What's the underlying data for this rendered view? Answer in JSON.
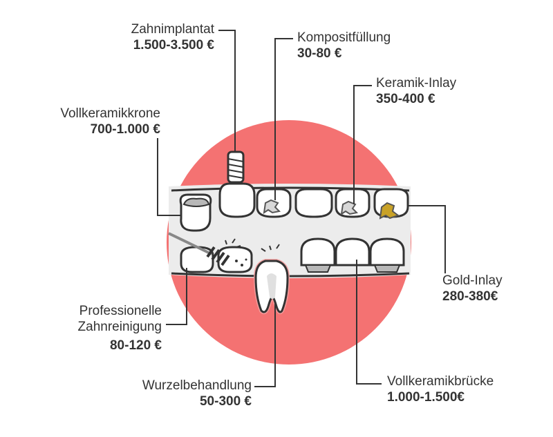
{
  "labels": {
    "implant": {
      "name": "Zahnimplantat",
      "price": "1.500-3.500 €"
    },
    "composite": {
      "name": "Kompositfüllung",
      "price": "30-80 €"
    },
    "ceramic_inlay": {
      "name": "Keramik-Inlay",
      "price": "350-400 €"
    },
    "crown": {
      "name": "Vollkeramikkrone",
      "price": "700-1.000 €"
    },
    "gold_inlay": {
      "name": "Gold-Inlay",
      "price": "280-380€"
    },
    "cleaning": {
      "name_line1": "Professionelle",
      "name_line2": "Zahnreinigung",
      "price": "80-120 €"
    },
    "root_canal": {
      "name": "Wurzelbehandlung",
      "price": "50-300 €"
    },
    "bridge": {
      "name": "Vollkeramikbrücke",
      "price": "1.000-1.500€"
    }
  },
  "colors": {
    "gum": "#f47272",
    "mouth_interior": "#ececec",
    "tooth": "#ffffff",
    "outline": "#333333",
    "gold": "#c9a227",
    "metal": "#b8b8b8",
    "leader": "#333333"
  },
  "icons": [
    "dental-implant-icon",
    "toothbrush-icon",
    "gold-inlay-icon",
    "ceramic-inlay-icon",
    "composite-filling-icon",
    "crown-icon",
    "bridge-icon",
    "root-canal-tooth-icon"
  ]
}
